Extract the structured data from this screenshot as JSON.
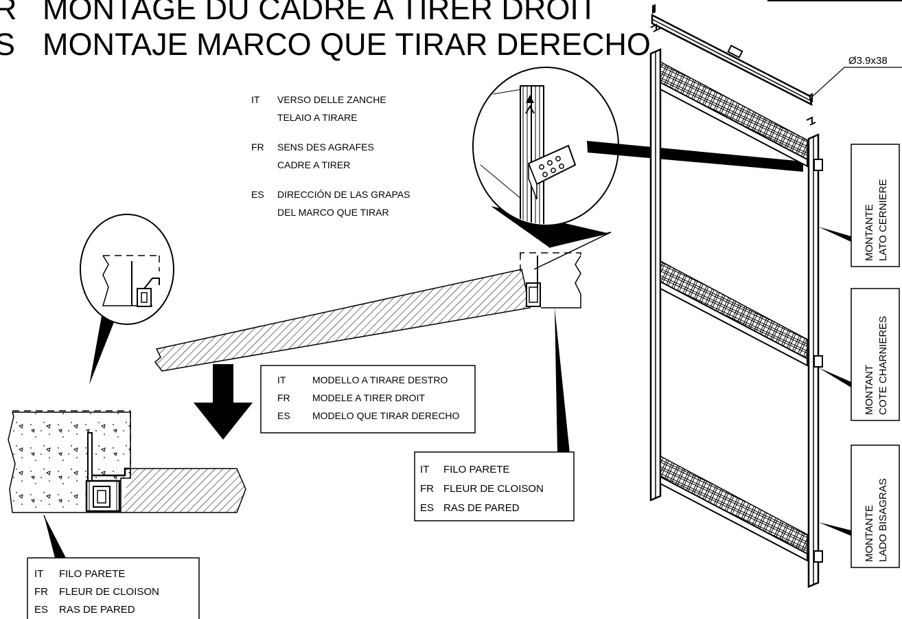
{
  "title": {
    "fr_code": "R",
    "fr_text": "MONTAGE DU CADRE A TIRER DROIT",
    "es_code": "S",
    "es_text": "MONTAJE MARCO QUE TIRAR DERECHO"
  },
  "clip_direction": {
    "it_code": "IT",
    "it_line1": "VERSO DELLE ZANCHE",
    "it_line2": "TELAIO A TIRARE",
    "fr_code": "FR",
    "fr_line1": "SENS DES AGRAFES",
    "fr_line2": "CADRE A TIRER",
    "es_code": "ES",
    "es_line1": "DIRECCIÓN DE LAS GRAPAS",
    "es_line2": "DEL MARCO QUE TIRAR"
  },
  "model_box": {
    "it_code": "IT",
    "it_text": "MODELLO A TIRARE DESTRO",
    "fr_code": "FR",
    "fr_text": "MODELE  A TIRER DROIT",
    "es_code": "ES",
    "es_text": "MODELO QUE TIRAR DERECHO"
  },
  "flush_center": {
    "it_code": "IT",
    "it_text": "FILO PARETE",
    "fr_code": "FR",
    "fr_text": "FLEUR DE CLOISON",
    "es_code": "ES",
    "es_text": "RAS DE PARED"
  },
  "flush_left": {
    "it_code": "IT",
    "it_text": "FILO PARETE",
    "fr_code": "FR",
    "fr_text": "FLEUR DE CLOISON",
    "es_code": "ES",
    "es_text": "RAS DE PARED"
  },
  "screw_label": "Ø3.9x38",
  "upright_it": {
    "line1": "MONTANTE",
    "line2": "LATO CERNIERE"
  },
  "upright_fr": {
    "line1": "MONTANT",
    "line2": "COTE CHARNIERES"
  },
  "upright_es": {
    "line1": "MONTANTE",
    "line2": "LADO BISAGRAS"
  }
}
